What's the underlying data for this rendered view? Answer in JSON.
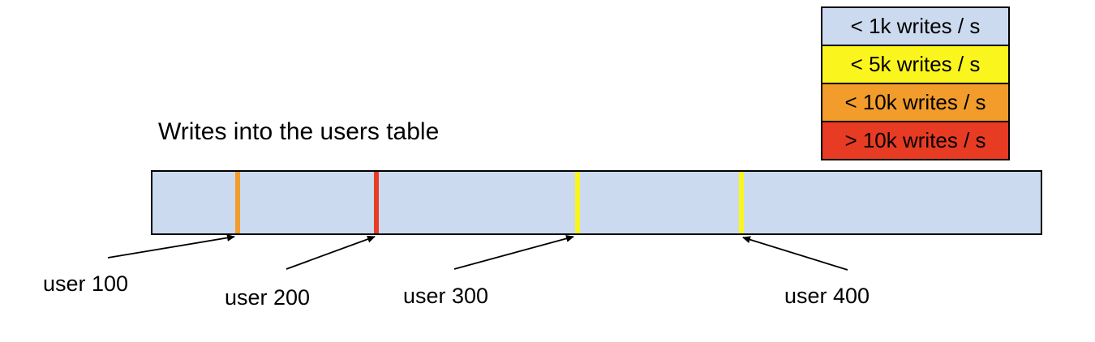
{
  "diagram": {
    "title": "Writes into the users table",
    "bar": {
      "fill_color": "#cbdaef",
      "border_color": "#000000"
    },
    "marks": [
      {
        "user": "user 100",
        "color": "#f19c2b",
        "rate_label": "< 10k writes / s"
      },
      {
        "user": "user 200",
        "color": "#e73b23",
        "rate_label": "> 10k writes / s"
      },
      {
        "user": "user 300",
        "color": "#fbf51e",
        "rate_label": "< 5k writes / s"
      },
      {
        "user": "user 400",
        "color": "#fbf51e",
        "rate_label": "< 5k writes / s"
      }
    ],
    "user_labels": [
      {
        "text": "user 100"
      },
      {
        "text": "user 200"
      },
      {
        "text": "user 300"
      },
      {
        "text": "user 400"
      }
    ]
  },
  "legend": {
    "items": [
      {
        "label": "< 1k writes / s",
        "color": "#cbdaef"
      },
      {
        "label": "< 5k writes / s",
        "color": "#fbf51e"
      },
      {
        "label": "< 10k writes / s",
        "color": "#f19c2b"
      },
      {
        "label": "> 10k writes / s",
        "color": "#e73b23"
      }
    ]
  }
}
